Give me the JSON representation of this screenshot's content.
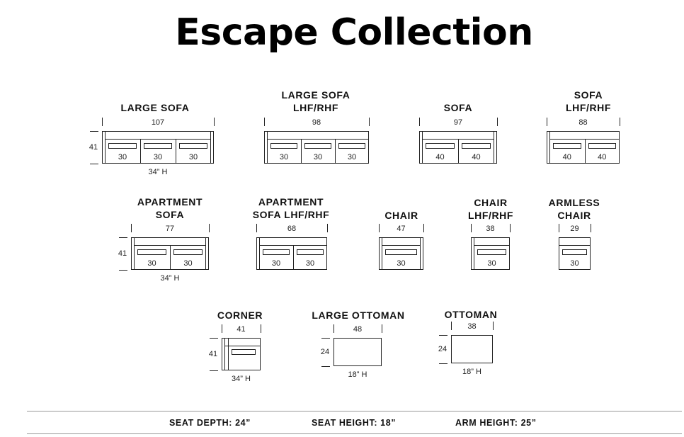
{
  "title": "Escape Collection",
  "units": {
    "height_mark": "34” H",
    "ottoman_height_mark": "18” H"
  },
  "items": [
    {
      "name_lines": [
        "LARGE SOFA"
      ],
      "width": "107",
      "depth": "41",
      "height": "34” H",
      "cushions": [
        "30",
        "30",
        "30"
      ],
      "arms": "both"
    },
    {
      "name_lines": [
        "LARGE SOFA",
        "LHF/RHF"
      ],
      "width": "98",
      "depth": "",
      "height": "",
      "cushions": [
        "30",
        "30",
        "30"
      ],
      "arms": "left"
    },
    {
      "name_lines": [
        "SOFA"
      ],
      "width": "97",
      "depth": "",
      "height": "",
      "cushions": [
        "40",
        "40"
      ],
      "arms": "both"
    },
    {
      "name_lines": [
        "SOFA",
        "LHF/RHF"
      ],
      "width": "88",
      "depth": "",
      "height": "",
      "cushions": [
        "40",
        "40"
      ],
      "arms": "left"
    },
    {
      "name_lines": [
        "APARTMENT",
        "SOFA"
      ],
      "width": "77",
      "depth": "41",
      "height": "34” H",
      "cushions": [
        "30",
        "30"
      ],
      "arms": "both"
    },
    {
      "name_lines": [
        "APARTMENT",
        "SOFA LHF/RHF"
      ],
      "width": "68",
      "depth": "",
      "height": "",
      "cushions": [
        "30",
        "30"
      ],
      "arms": "left"
    },
    {
      "name_lines": [
        "CHAIR"
      ],
      "width": "47",
      "depth": "",
      "height": "",
      "cushions": [
        "30"
      ],
      "arms": "both"
    },
    {
      "name_lines": [
        "CHAIR",
        "LHF/RHF"
      ],
      "width": "38",
      "depth": "",
      "height": "",
      "cushions": [
        "30"
      ],
      "arms": "left"
    },
    {
      "name_lines": [
        "ARMLESS",
        "CHAIR"
      ],
      "width": "29",
      "depth": "",
      "height": "",
      "cushions": [
        "30"
      ],
      "arms": "none"
    },
    {
      "name_lines": [
        "CORNER"
      ],
      "width": "41",
      "depth": "41",
      "height": "34” H",
      "cushions": [],
      "arms": "corner"
    },
    {
      "name_lines": [
        "LARGE OTTOMAN"
      ],
      "width": "48",
      "depth": "24",
      "height": "18” H",
      "cushions": [],
      "arms": "ottoman"
    },
    {
      "name_lines": [
        "OTTOMAN"
      ],
      "width": "38",
      "depth": "24",
      "height": "18” H",
      "cushions": [],
      "arms": "ottoman"
    }
  ],
  "specs": {
    "seat_depth": "SEAT DEPTH: 24”",
    "seat_height": "SEAT HEIGHT: 18”",
    "arm_height": "ARM HEIGHT: 25”"
  }
}
